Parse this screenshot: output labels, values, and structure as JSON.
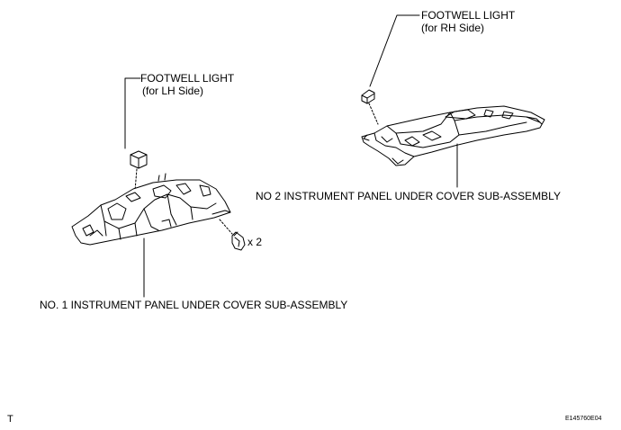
{
  "labels": {
    "rh_light_title": "FOOTWELL LIGHT",
    "rh_light_side": "(for RH Side)",
    "lh_light_title": "FOOTWELL LIGHT",
    "lh_light_side": "(for LH Side)",
    "cover_no2": "NO 2 INSTRUMENT PANEL UNDER COVER SUB-ASSEMBLY",
    "cover_no1": "NO. 1 INSTRUMENT PANEL UNDER COVER SUB-ASSEMBLY",
    "bolt_qty": "x 2"
  },
  "footer": {
    "corner_mark": "T",
    "figure_id": "E145760E04"
  }
}
